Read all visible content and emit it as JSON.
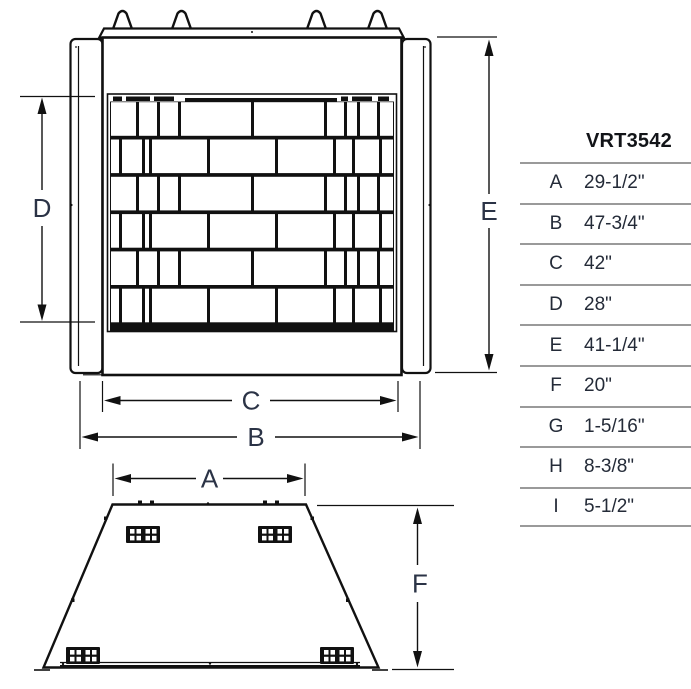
{
  "drawing": {
    "front_view": {
      "labels": {
        "d": "D",
        "e": "E",
        "c": "C",
        "b": "B"
      }
    },
    "top_view": {
      "labels": {
        "a": "A",
        "f": "F"
      }
    }
  },
  "spec_table": {
    "model": "VRT3542",
    "rows": [
      {
        "letter": "A",
        "value": "29-1/2\""
      },
      {
        "letter": "B",
        "value": "47-3/4\""
      },
      {
        "letter": "C",
        "value": "42\""
      },
      {
        "letter": "D",
        "value": "28\""
      },
      {
        "letter": "E",
        "value": "41-1/4\""
      },
      {
        "letter": "F",
        "value": "20\""
      },
      {
        "letter": "G",
        "value": "1-5/16\""
      },
      {
        "letter": "H",
        "value": "8-3/8\""
      },
      {
        "letter": "I",
        "value": "5-1/2\""
      }
    ]
  },
  "colors": {
    "line": "#111111",
    "dim_label": "#2b3346",
    "table_text": "#242b38",
    "header_text": "#121418",
    "divider": "#9a9a9a"
  }
}
